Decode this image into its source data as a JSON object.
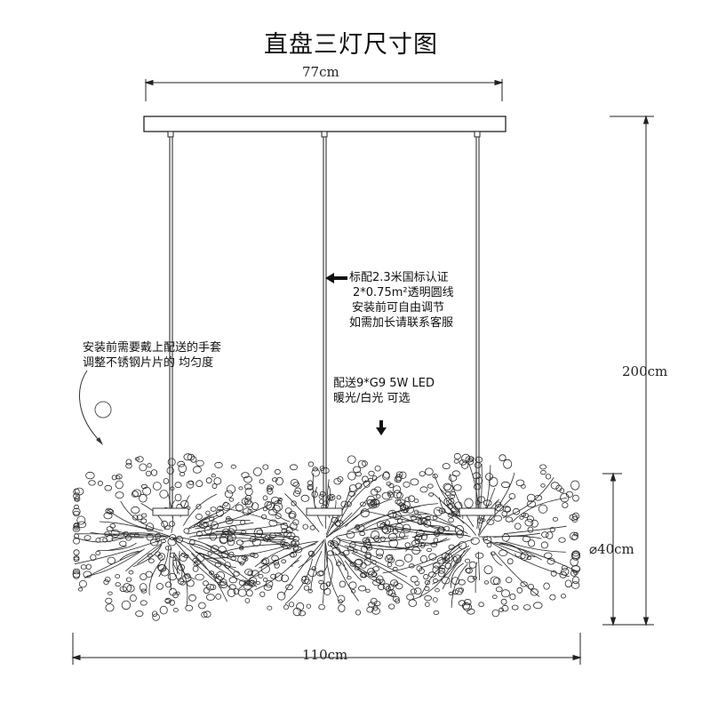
{
  "title": "直盘三灯尺寸图",
  "dimensions": {
    "top_width": "77cm",
    "total_height": "200cm",
    "cluster_height": "⌀40cm",
    "bottom_width": "110cm"
  },
  "notes": {
    "wire": [
      "标配2.3米国标认证",
      "2*0.75m²透明圆线",
      "安装前可自由调节",
      "如需加长请联系客服"
    ],
    "glove": [
      "安装前需要戴上配送的手套",
      "调整不锈钢片片的 均匀度"
    ],
    "bulb": [
      "配送9*G9 5W LED",
      "暖光/白光 可选"
    ]
  },
  "colors": {
    "line": "#222222",
    "cluster": "#2a2a2a",
    "arrow": "#111111"
  },
  "icons": {
    "wire_pointer": "left-arrow-icon",
    "bulb_pointer": "down-arrow-icon",
    "glove_pointer": "curved-arrow-icon"
  }
}
